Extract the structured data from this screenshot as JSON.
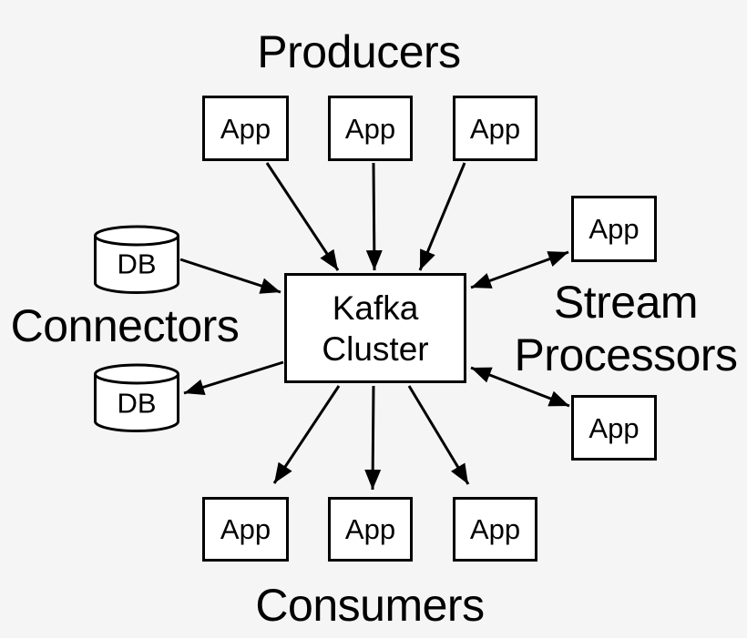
{
  "diagram": {
    "colors": {
      "background": "#f5f5f5",
      "node_fill": "#ffffff",
      "stroke": "#000000",
      "text": "#000000"
    },
    "center": {
      "line1": "Kafka",
      "line2": "Cluster"
    },
    "producers": {
      "label": "Producers",
      "apps": [
        "App",
        "App",
        "App"
      ]
    },
    "connectors": {
      "label": "Connectors",
      "dbs": [
        "DB",
        "DB"
      ]
    },
    "stream_processors": {
      "label_line1": "Stream",
      "label_line2": "Processors",
      "apps": [
        "App",
        "App"
      ]
    },
    "consumers": {
      "label": "Consumers",
      "apps": [
        "App",
        "App",
        "App"
      ]
    },
    "connections": [
      {
        "from": "producer-app-1",
        "to": "kafka-cluster",
        "type": "arrow"
      },
      {
        "from": "producer-app-2",
        "to": "kafka-cluster",
        "type": "arrow"
      },
      {
        "from": "producer-app-3",
        "to": "kafka-cluster",
        "type": "arrow"
      },
      {
        "from": "connector-db-1",
        "to": "kafka-cluster",
        "type": "arrow"
      },
      {
        "from": "kafka-cluster",
        "to": "connector-db-2",
        "type": "arrow"
      },
      {
        "from": "kafka-cluster",
        "to": "stream-processor-app-1",
        "type": "bidirectional-arrow"
      },
      {
        "from": "kafka-cluster",
        "to": "stream-processor-app-2",
        "type": "bidirectional-arrow"
      },
      {
        "from": "kafka-cluster",
        "to": "consumer-app-1",
        "type": "arrow"
      },
      {
        "from": "kafka-cluster",
        "to": "consumer-app-2",
        "type": "arrow"
      },
      {
        "from": "kafka-cluster",
        "to": "consumer-app-3",
        "type": "arrow"
      }
    ]
  }
}
